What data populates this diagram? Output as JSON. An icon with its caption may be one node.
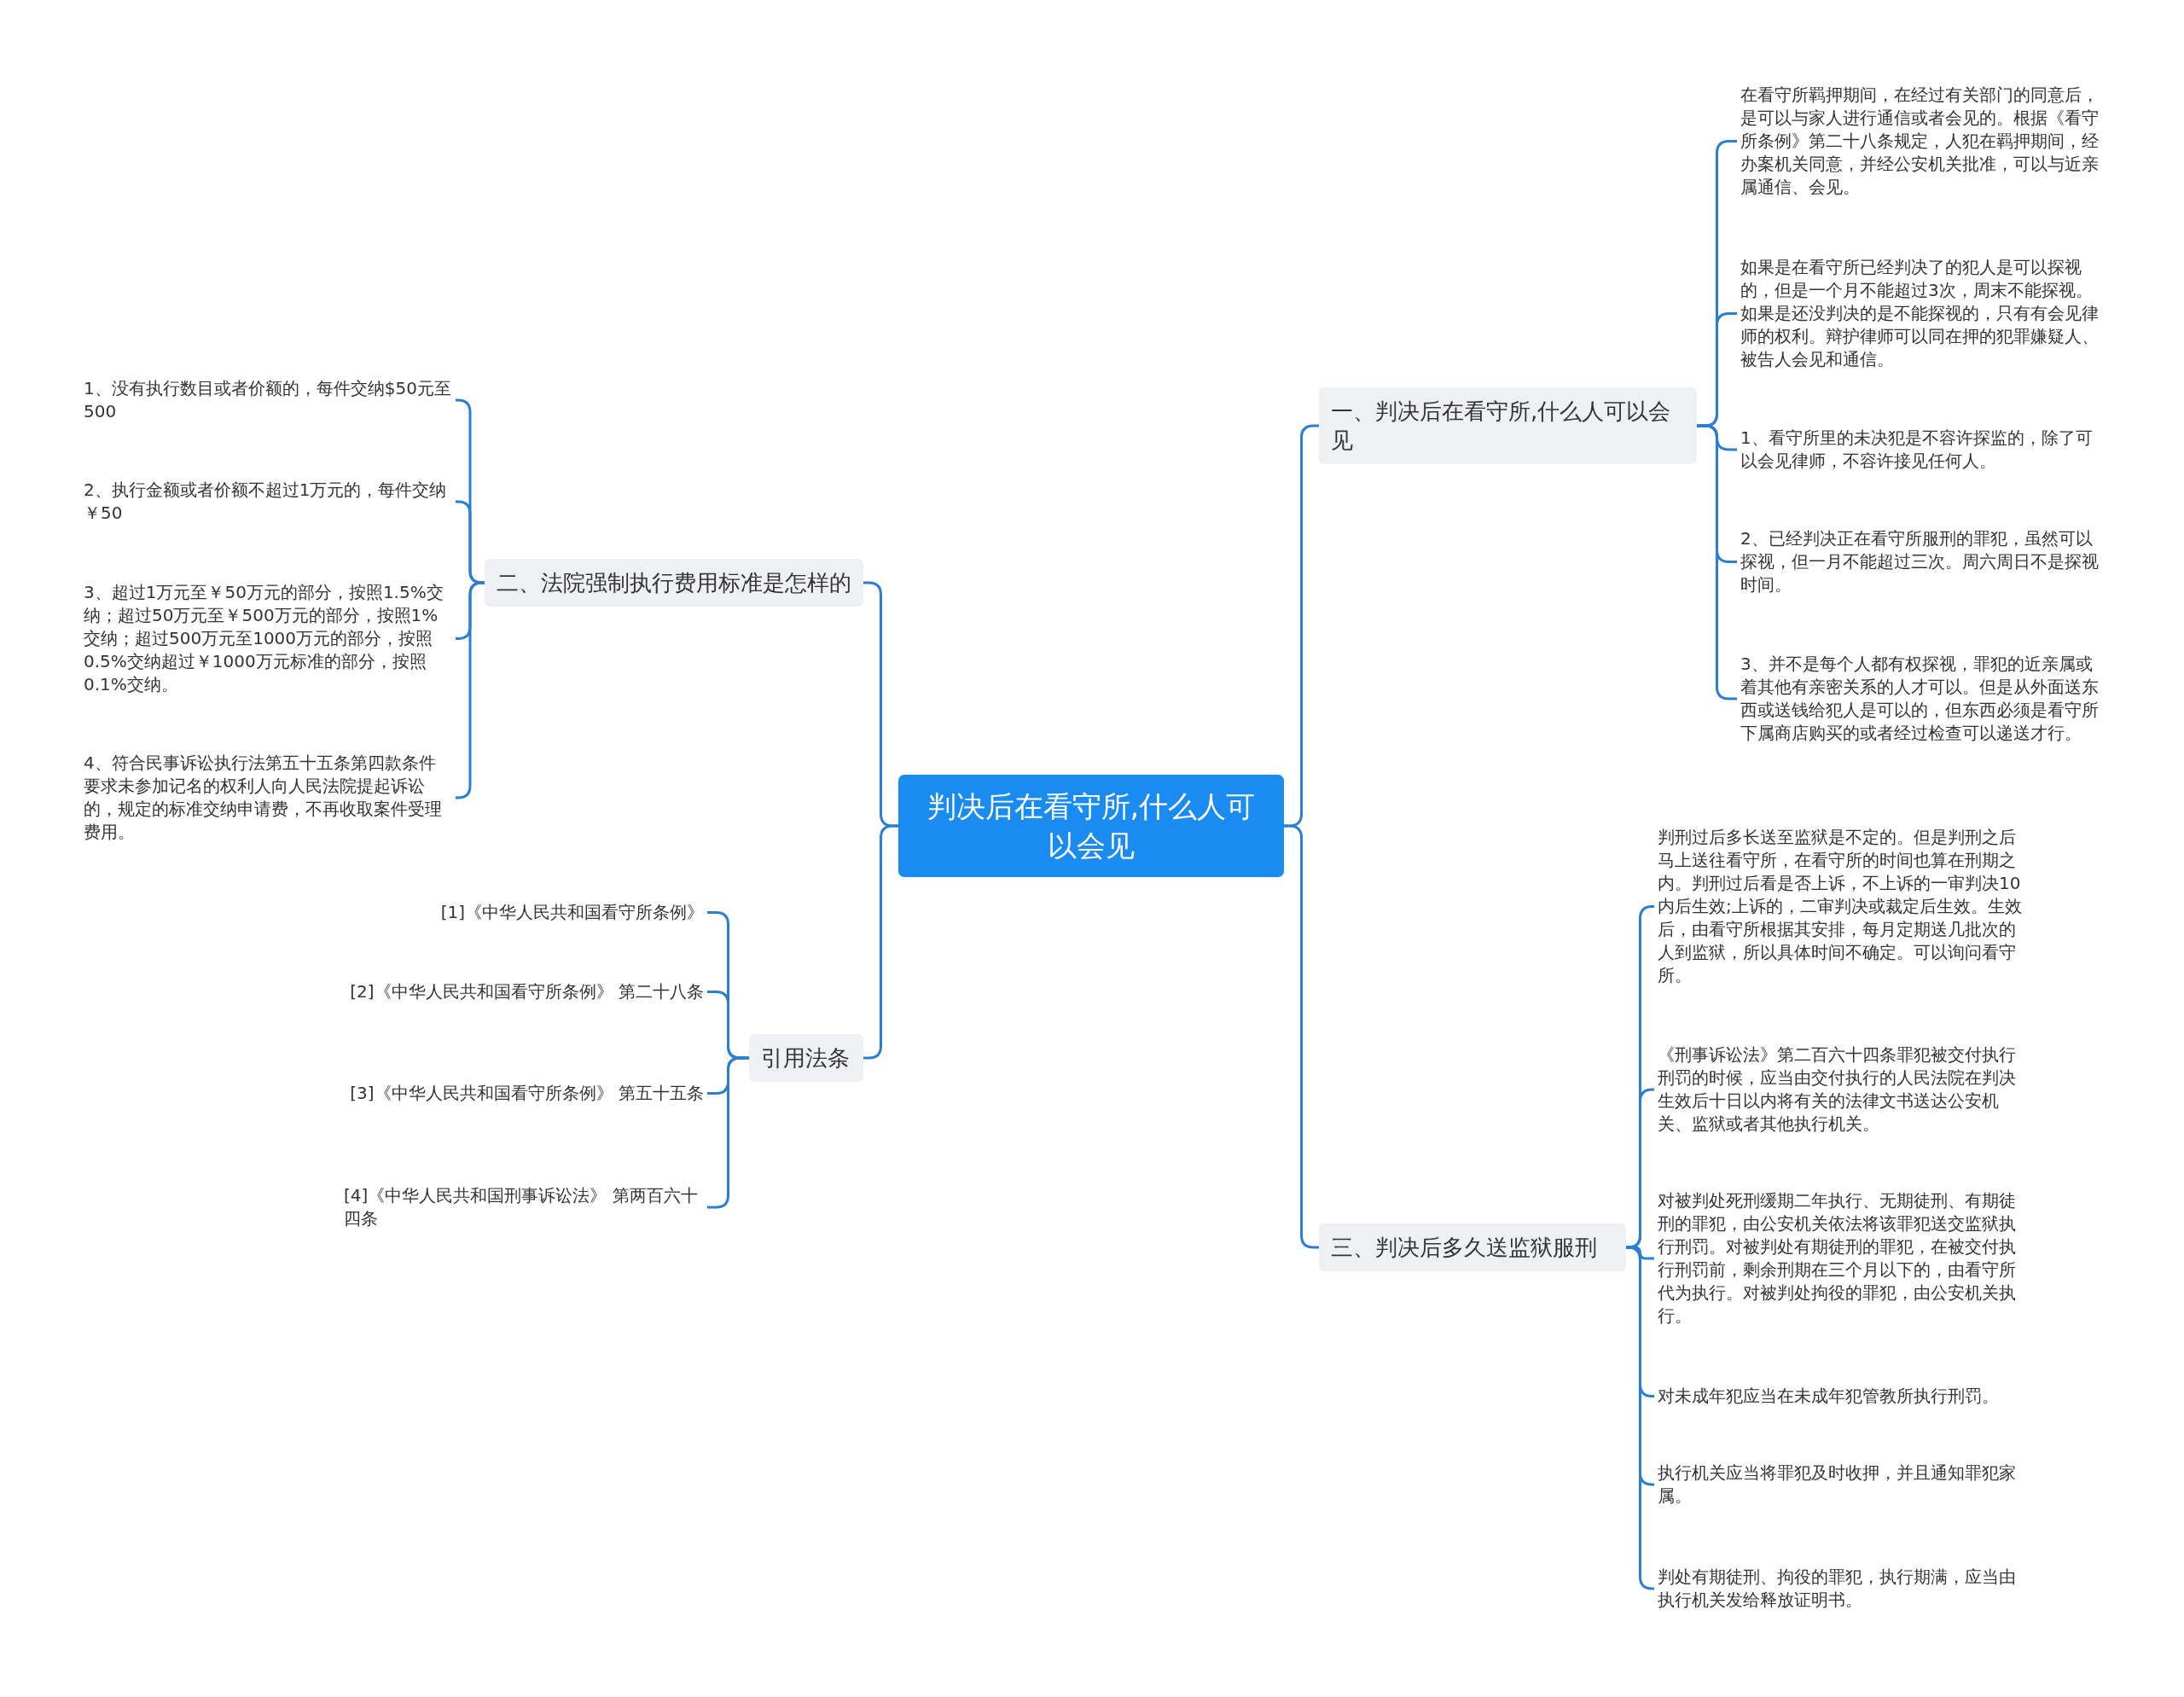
{
  "diagram": {
    "nodes": [
      {
        "text": [
          "判决后在看守所,什么人可以会见"
        ]
      },
      {
        "text": [
          "一、判决后在看守所,什么人可以会见"
        ]
      },
      {
        "text": [
          "在看守所羁押期间，在经过有关部门的同意后，是可以与家人进行通信或者会见的。根据《看守所条例》第二十八条规定，人犯在羁押期间，经办案机关同意，并经公安机关批准，可以与近亲属通信、会见。"
        ]
      },
      {
        "text": [
          "如果是在看守所已经判决了的犯人是可以探视的，但是一个月不能超过3次，周末不能探视。如果是还没判决的是不能探视的，只有有会见律师的权利。辩护律师可以同在押的犯罪嫌疑人、被告人会见和通信。"
        ]
      },
      {
        "text": [
          "1、看守所里的未决犯是不容许探监的，除了可以会见律师，不容许接见任何人。"
        ]
      },
      {
        "text": [
          "2、已经判决正在看守所服刑的罪犯，虽然可以探视，但一月不能超过三次。周六周日不是探视时间。"
        ]
      },
      {
        "text": [
          "3、并不是每个人都有权探视，罪犯的近亲属或着其他有亲密关系的人才可以。但是从外面送东西或送钱给犯人是可以的，但东西必须是看守所下属商店购买的或者经过检查可以递送才行。"
        ]
      },
      {
        "text": [
          "三、判决后多久送监狱服刑"
        ]
      },
      {
        "text": [
          "判刑过后多长送至监狱是不定的。但是判刑之后马上送往看守所，在看守所的时间也算在刑期之内。判刑过后看是否上诉，不上诉的一审判决10内后生效;上诉的，二审判决或裁定后生效。生效后，由看守所根据其安排，每月定期送几批次的人到监狱，所以具体时间不确定。可以询问看守所。"
        ]
      },
      {
        "text": [
          "《刑事诉讼法》第二百六十四条罪犯被交付执行刑罚的时候，应当由交付执行的人民法院在判决生效后十日以内将有关的法律文书送达公安机关、监狱或者其他执行机关。"
        ]
      },
      {
        "text": [
          "对被判处死刑缓期二年执行、无期徒刑、有期徒刑的罪犯，由公安机关依法将该罪犯送交监狱执行刑罚。对被判处有期徒刑的罪犯，在被交付执行刑罚前，剩余刑期在三个月以下的，由看守所代为执行。对被判处拘役的罪犯，由公安机关执行。"
        ]
      },
      {
        "text": [
          "对未成年犯应当在未成年犯管教所执行刑罚。"
        ]
      },
      {
        "text": [
          "执行机关应当将罪犯及时收押，并且通知罪犯家属。"
        ]
      },
      {
        "text": [
          "判处有期徒刑、拘役的罪犯，执行期满，应当由执行机关发给释放证明书。"
        ]
      },
      {
        "text": [
          "二、法院强制执行费用标准是怎样的"
        ]
      },
      {
        "text": [
          "1、没有执行数目或者价额的，每件交纳$50元至500"
        ]
      },
      {
        "text": [
          "2、执行金额或者价额不超过1万元的，每件交纳￥50"
        ]
      },
      {
        "text": [
          "3、超过1万元至￥50万元的部分，按照1.5%交纳；超过50万元至￥500万元的部分，按照1%交纳；超过500万元至1000万元的部分，按照0.5%交纳超过￥1000万元标准的部分，按照0.1%交纳。"
        ]
      },
      {
        "text": [
          "4、符合民事诉讼执行法第五十五条第四款条件要求未参加记名的权利人向人民法院提起诉讼的，规定的标准交纳申请费，不再收取案件受理费用。"
        ]
      },
      {
        "text": [
          "引用法条"
        ]
      },
      {
        "text": [
          "[1]《中华人民共和国看守所条例》"
        ]
      },
      {
        "text": [
          "[2]《中华人民共和国看守所条例》 第二十八条"
        ]
      },
      {
        "text": [
          "[3]《中华人民共和国看守所条例》 第五十五条"
        ]
      },
      {
        "text": [
          "[4]《中华人民共和国刑事诉讼法》 第两百六十四条"
        ]
      }
    ],
    "edges": [
      {
        "from": 0,
        "to": 1,
        "arrow": "none"
      },
      {
        "from": 1,
        "to": 2,
        "arrow": "none"
      },
      {
        "from": 1,
        "to": 3,
        "arrow": "none"
      },
      {
        "from": 1,
        "to": 4,
        "arrow": "none"
      },
      {
        "from": 1,
        "to": 5,
        "arrow": "none"
      },
      {
        "from": 1,
        "to": 6,
        "arrow": "none"
      },
      {
        "from": 0,
        "to": 7,
        "arrow": "none"
      },
      {
        "from": 7,
        "to": 8,
        "arrow": "none"
      },
      {
        "from": 7,
        "to": 9,
        "arrow": "none"
      },
      {
        "from": 7,
        "to": 10,
        "arrow": "none"
      },
      {
        "from": 7,
        "to": 11,
        "arrow": "none"
      },
      {
        "from": 7,
        "to": 12,
        "arrow": "none"
      },
      {
        "from": 7,
        "to": 13,
        "arrow": "none"
      },
      {
        "from": 0,
        "to": 14,
        "arrow": "none"
      },
      {
        "from": 14,
        "to": 15,
        "arrow": "none"
      },
      {
        "from": 14,
        "to": 16,
        "arrow": "none"
      },
      {
        "from": 14,
        "to": 17,
        "arrow": "none"
      },
      {
        "from": 14,
        "to": 18,
        "arrow": "none"
      },
      {
        "from": 0,
        "to": 19,
        "arrow": "none"
      },
      {
        "from": 19,
        "to": 20,
        "arrow": "none"
      },
      {
        "from": 19,
        "to": 21,
        "arrow": "none"
      },
      {
        "from": 19,
        "to": 22,
        "arrow": "none"
      },
      {
        "from": 19,
        "to": 23,
        "arrow": "none"
      }
    ]
  }
}
